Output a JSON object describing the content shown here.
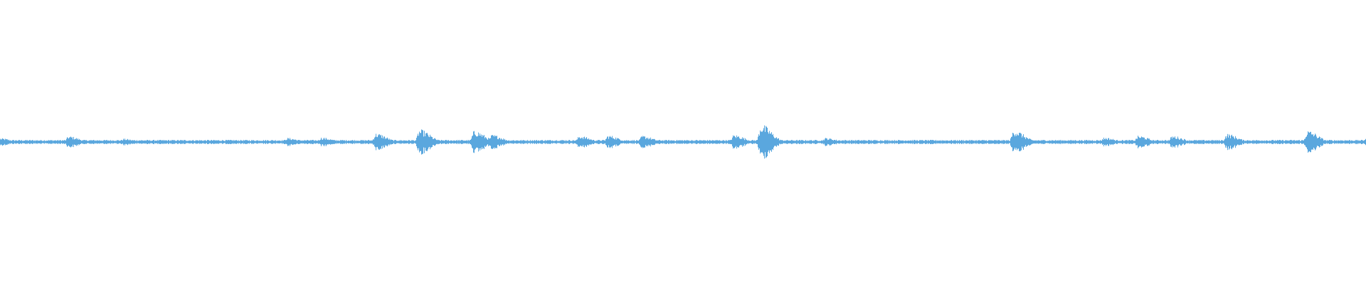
{
  "waveform": {
    "color": "#5aa7de",
    "background": "#ffffff",
    "peaks": [
      {
        "position": 0.0,
        "amplitude": 0.18
      },
      {
        "position": 0.05,
        "amplitude": 0.28
      },
      {
        "position": 0.09,
        "amplitude": 0.16
      },
      {
        "position": 0.21,
        "amplitude": 0.2
      },
      {
        "position": 0.235,
        "amplitude": 0.22
      },
      {
        "position": 0.275,
        "amplitude": 0.42
      },
      {
        "position": 0.307,
        "amplitude": 0.6
      },
      {
        "position": 0.347,
        "amplitude": 0.55
      },
      {
        "position": 0.36,
        "amplitude": 0.35
      },
      {
        "position": 0.424,
        "amplitude": 0.3
      },
      {
        "position": 0.445,
        "amplitude": 0.32
      },
      {
        "position": 0.47,
        "amplitude": 0.3
      },
      {
        "position": 0.537,
        "amplitude": 0.35
      },
      {
        "position": 0.557,
        "amplitude": 0.85
      },
      {
        "position": 0.604,
        "amplitude": 0.2
      },
      {
        "position": 0.742,
        "amplitude": 0.58
      },
      {
        "position": 0.808,
        "amplitude": 0.22
      },
      {
        "position": 0.833,
        "amplitude": 0.3
      },
      {
        "position": 0.858,
        "amplitude": 0.3
      },
      {
        "position": 0.898,
        "amplitude": 0.4
      },
      {
        "position": 0.957,
        "amplitude": 0.55
      },
      {
        "position": 1.0,
        "amplitude": 0.22
      }
    ]
  }
}
